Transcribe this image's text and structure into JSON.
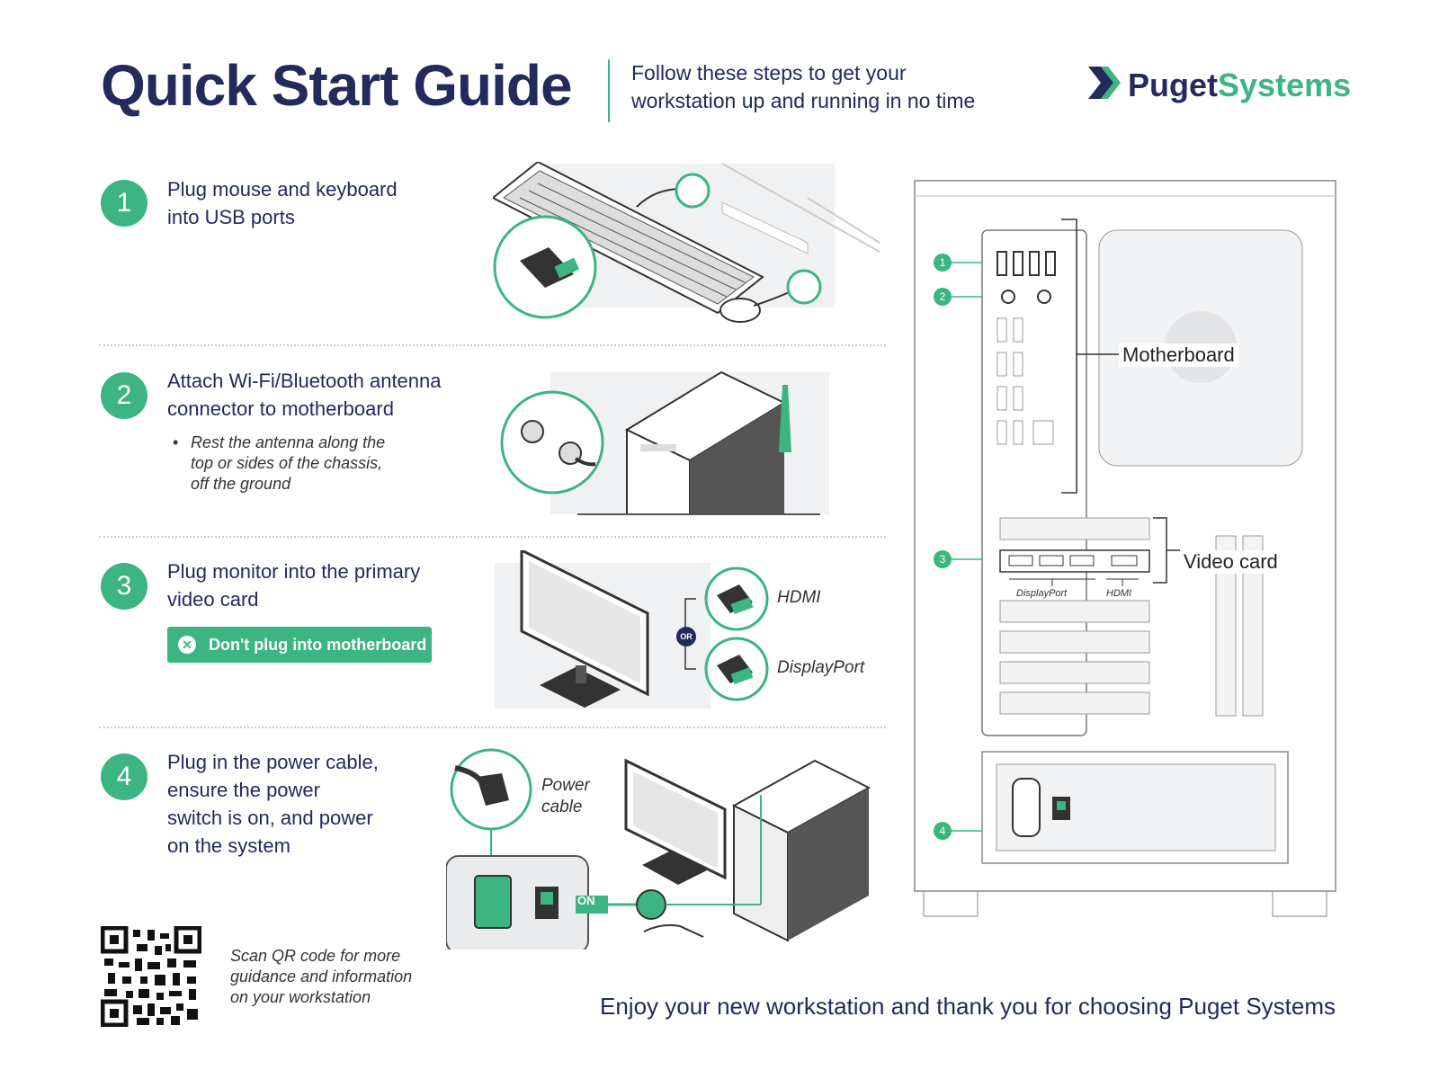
{
  "header": {
    "title": "Quick Start Guide",
    "subtitle_line1": "Follow these steps to get your",
    "subtitle_line2": "workstation up and running in no time",
    "brand_word1": "Puget",
    "brand_word2": "Systems"
  },
  "steps": [
    {
      "number": "1",
      "line1": "Plug mouse and keyboard",
      "line2": "into USB ports"
    },
    {
      "number": "2",
      "line1": "Attach Wi-Fi/Bluetooth antenna",
      "line2": "connector to motherboard",
      "note1": "Rest the antenna along the",
      "note2": "top or sides of the chassis,",
      "note3": "off the ground"
    },
    {
      "number": "3",
      "line1": "Plug monitor into the primary",
      "line2": "video card",
      "warning": "Don't plug into motherboard",
      "hdmi_label": "HDMI",
      "or_label": "OR",
      "dp_label": "DisplayPort"
    },
    {
      "number": "4",
      "line1": "Plug in the power cable,",
      "line2": "ensure the power",
      "line3": "switch is on, and power",
      "line4": "on the system",
      "cable_label1": "Power",
      "cable_label2": "cable",
      "on_label": "ON"
    }
  ],
  "diagram": {
    "motherboard_label": "Motherboard",
    "videocard_label": "Video card",
    "port_dp": "DisplayPort",
    "port_hdmi": "HDMI",
    "markers": [
      "1",
      "2",
      "3",
      "4"
    ]
  },
  "qr": {
    "line1": "Scan QR code for more",
    "line2": "guidance and information",
    "line3": "on your workstation"
  },
  "footer": "Enjoy your new workstation and thank you for choosing Puget Systems",
  "colors": {
    "navy": "#232a5c",
    "green": "#3cb580",
    "lightgray": "#f0f1f3"
  }
}
